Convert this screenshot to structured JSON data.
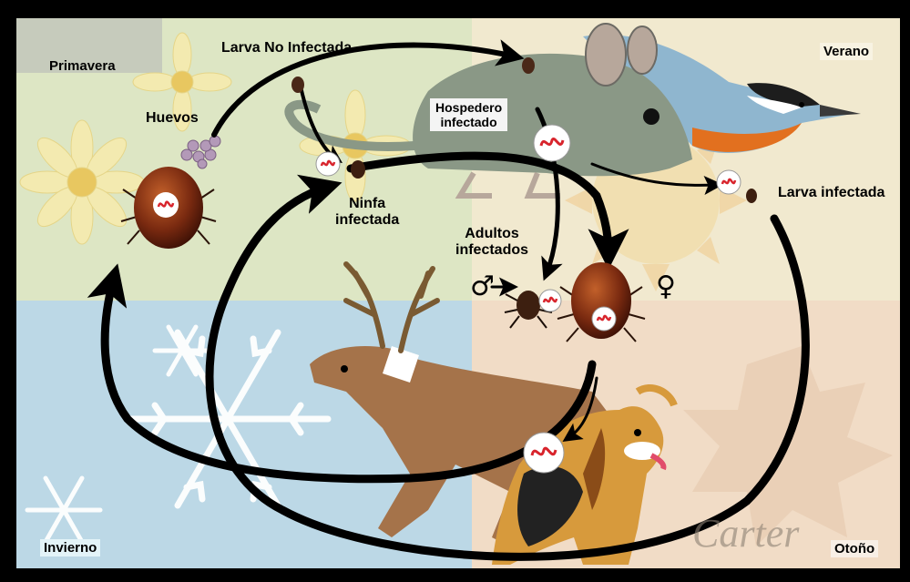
{
  "labels": {
    "primavera": "Primavera",
    "verano": "Verano",
    "invierno": "Invierno",
    "otono": "Otoño",
    "larva_no_infectada": "Larva No Infectada",
    "huevos": "Huevos",
    "hospedero_infectado_line1": "Hospedero",
    "hospedero_infectado_line2": "infectado",
    "ninfa_line1": "Ninfa",
    "ninfa_line2": "infectada",
    "larva_infectada": "Larva infectada",
    "adultos_line1": "Adultos",
    "adultos_line2": "infectados",
    "male_symbol": "♂",
    "female_symbol": "♀",
    "signature": "Carter"
  },
  "colors": {
    "spring_bg": "#dde6c4",
    "summer_bg": "#f1e9cf",
    "winter_bg": "#bcd8e6",
    "autumn_bg": "#f1dcc6",
    "arrow": "#000000",
    "tick_body": "#7a2a10",
    "spirochete": "#d8242c",
    "mouse": "#8a9886",
    "bird_blue": "#8fb6cf",
    "bird_orange": "#e2701f",
    "deer": "#a5734a",
    "dog_tan": "#d79a3c"
  },
  "icons": {
    "tick": "tick-icon",
    "bacteria": "bacteria-spirochete-icon",
    "mouse": "mouse-icon",
    "bird": "bird-icon",
    "deer": "deer-icon",
    "dog": "dog-icon",
    "eggs": "eggs-icon"
  }
}
